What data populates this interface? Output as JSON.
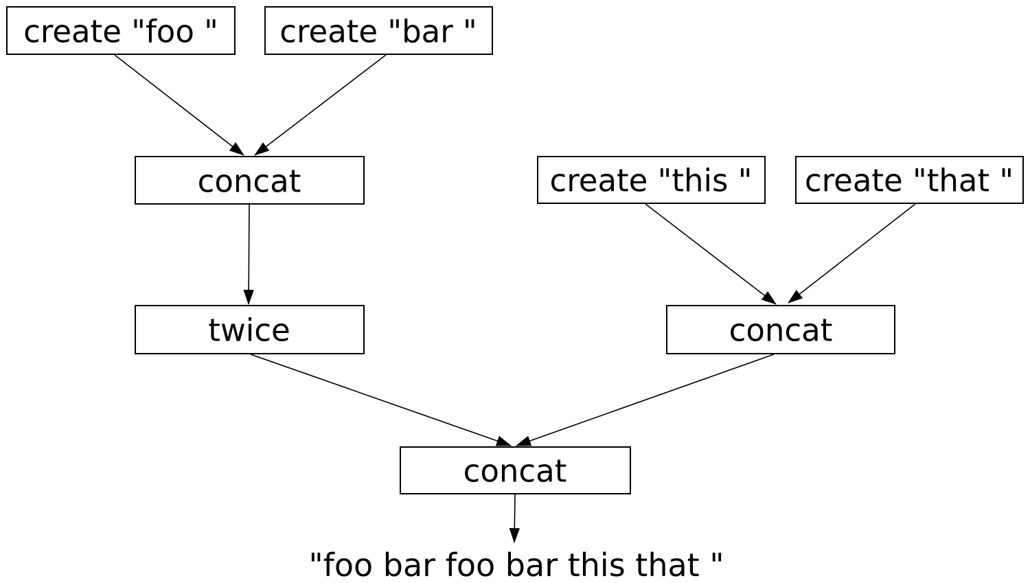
{
  "diagram": {
    "kind": "dataflow-graph",
    "colors": {
      "background": "#ffffff",
      "stroke": "#000000",
      "text": "#000000"
    },
    "nodes": [
      {
        "id": "create-foo",
        "label": "create \"foo \""
      },
      {
        "id": "create-bar",
        "label": "create \"bar \""
      },
      {
        "id": "concat-left",
        "label": "concat"
      },
      {
        "id": "create-this",
        "label": "create \"this \""
      },
      {
        "id": "create-that",
        "label": "create \"that \""
      },
      {
        "id": "twice",
        "label": "twice"
      },
      {
        "id": "concat-right",
        "label": "concat"
      },
      {
        "id": "concat-final",
        "label": "concat"
      }
    ],
    "edges": [
      {
        "from": "create-foo",
        "to": "concat-left"
      },
      {
        "from": "create-bar",
        "to": "concat-left"
      },
      {
        "from": "concat-left",
        "to": "twice"
      },
      {
        "from": "create-this",
        "to": "concat-right"
      },
      {
        "from": "create-that",
        "to": "concat-right"
      },
      {
        "from": "twice",
        "to": "concat-final"
      },
      {
        "from": "concat-right",
        "to": "concat-final"
      },
      {
        "from": "concat-final",
        "to": "result"
      }
    ],
    "result": "\"foo bar foo bar this that \""
  }
}
